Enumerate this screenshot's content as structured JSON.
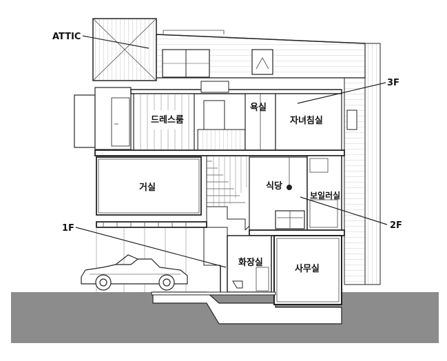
{
  "labels": {
    "attic": "ATTIC",
    "dress_room": "드레스룸",
    "bathroom": "욕실",
    "kids_bedroom": "자녀침실",
    "floor3": "3F",
    "living": "거실",
    "dining": "식당",
    "boiler": "보일러실",
    "floor2": "2F",
    "floor1": "1F",
    "toilet": "화장실",
    "office": "사무실"
  },
  "colors": {
    "ground": "#8c8c8c",
    "line": "#222222",
    "background": "#ffffff"
  }
}
